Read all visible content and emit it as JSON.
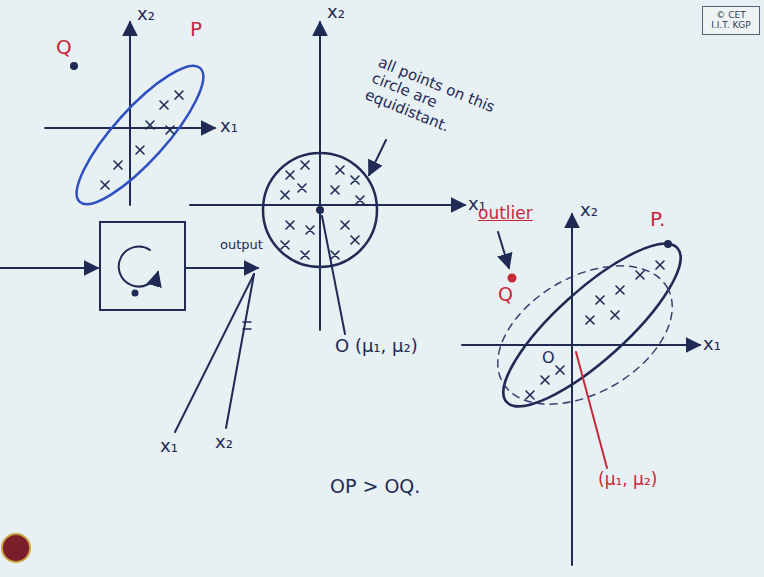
{
  "diagram": {
    "nodes": [
      {
        "text": [
          "© CET I.I.T. KGP"
        ]
      }
    ],
    "labels": [
      "x₂",
      "x₁",
      "Q",
      "P",
      "x₂",
      "x₁",
      "all points on this circle are equidistant.",
      "O (μ₁, μ₂)",
      "output",
      "x₁",
      "x₂",
      "OP > OQ.",
      "outlier",
      "x₂",
      "P.",
      "Q",
      "O",
      "x₁",
      "(μ₁, μ₂)"
    ]
  }
}
